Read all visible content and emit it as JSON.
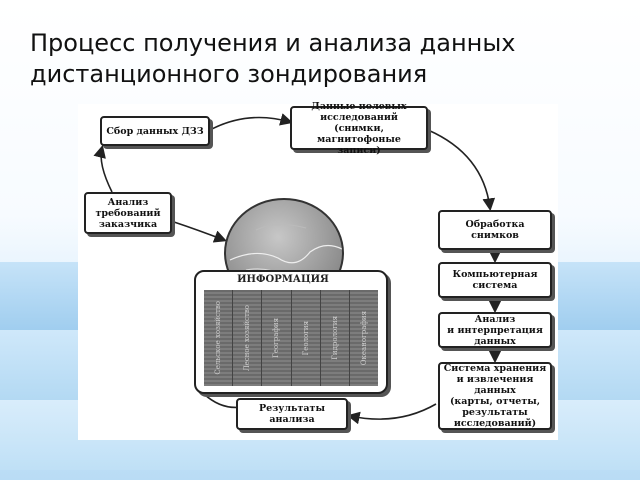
{
  "title": "Процесс получения и анализа данных дистанционного зондирования",
  "diagram": {
    "boxes": {
      "collect": "Сбор данных ДЗЗ",
      "field": "Данные полевых\nисследований (снимки,\nмагнитофоные записи)",
      "processing": "Обработка\nснимков",
      "computer": "Компьютерная\nсистема",
      "interpretation": "Анализ\nи интерпретация\nданных",
      "storage": "Система хранения\nи извлечения данных\n(карты, отчеты,\nрезультаты\nисследований)",
      "results": "Результаты\nанализа",
      "requirements": "Анализ\nтребований\nзаказчика"
    },
    "center_label": "ИНФОРМАЦИЯ",
    "book_spines": [
      "Сельское хозяйство",
      "Лесное хозяйство",
      "География",
      "Геология",
      "Гидрология",
      "Океанография"
    ]
  }
}
